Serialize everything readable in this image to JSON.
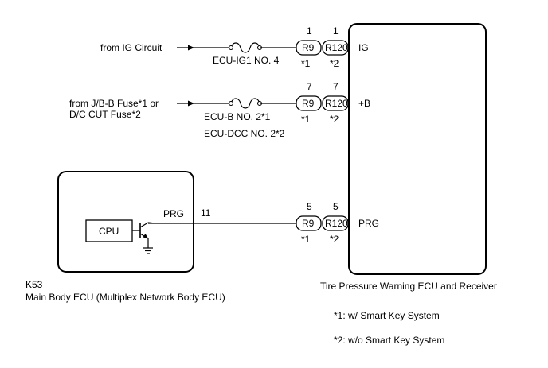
{
  "inputs": {
    "ig_source": "from IG Circuit",
    "b_source_line1": "from J/B-B Fuse*1 or",
    "b_source_line2": "D/C CUT Fuse*2"
  },
  "fuses": {
    "ig_fuse": "ECU-IG1 NO. 4",
    "b_fuse_line1": "ECU-B NO. 2*1",
    "b_fuse_line2": "ECU-DCC NO. 2*2"
  },
  "connectors": {
    "left": "R9",
    "right": "R120",
    "left_note": "*1",
    "right_note": "*2"
  },
  "pins": {
    "ig_left": "1",
    "ig_right": "1",
    "b_left": "7",
    "b_right": "7",
    "prg_left": "5",
    "prg_right": "5",
    "main_ecu_prg": "11"
  },
  "tpws_ecu": {
    "terminal_ig": "IG",
    "terminal_b": "+B",
    "terminal_prg": "PRG",
    "name": "Tire Pressure Warning ECU and Receiver"
  },
  "main_ecu": {
    "terminal_prg": "PRG",
    "cpu_label": "CPU",
    "code": "K53",
    "name": "Main Body ECU (Multiplex Network Body ECU)"
  },
  "notes": {
    "note1": "*1: w/ Smart Key System",
    "note2": "*2: w/o Smart Key System"
  }
}
